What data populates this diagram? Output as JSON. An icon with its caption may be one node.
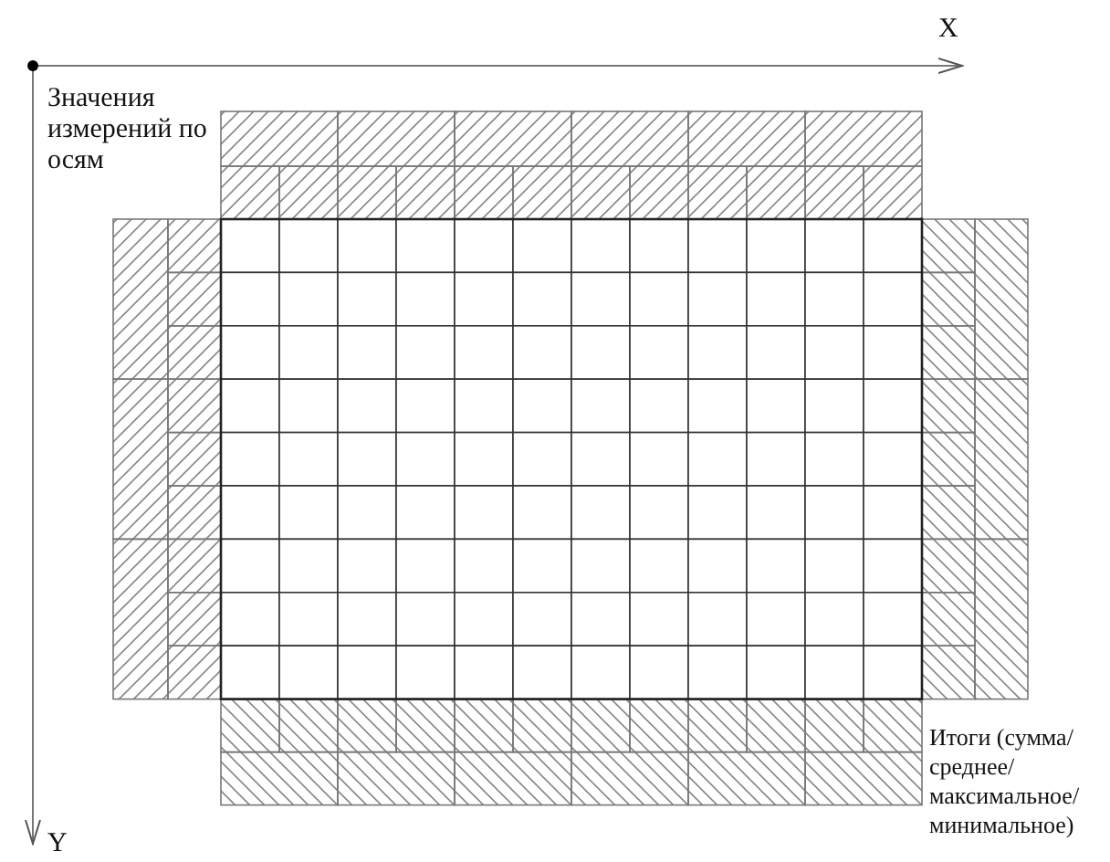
{
  "diagram": {
    "labels": [
      "X",
      "Значения измерений по осям",
      "Итоги (сумма/среднее/ максимальное/ минимальное)",
      "Y"
    ]
  }
}
